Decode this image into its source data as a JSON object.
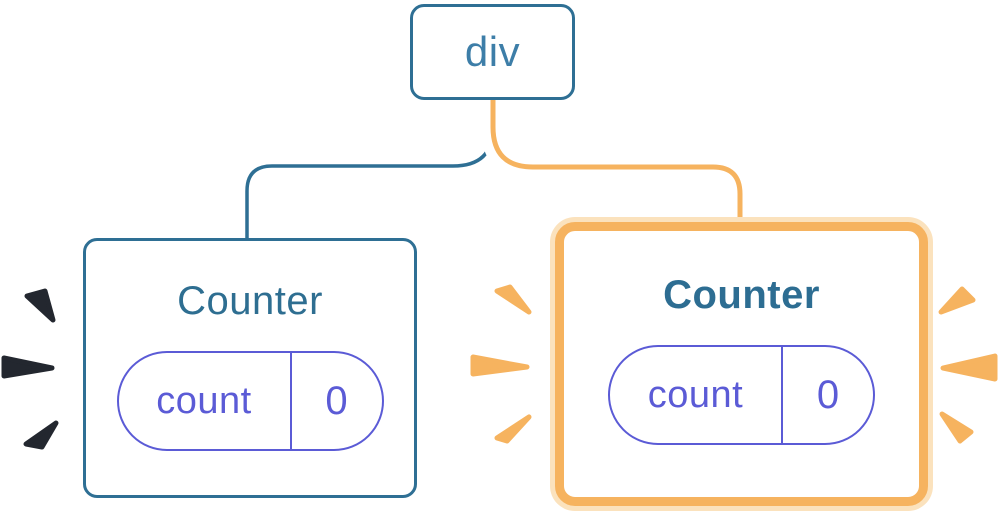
{
  "diagram": {
    "root": {
      "label": "div"
    },
    "left_counter": {
      "title": "Counter",
      "state": {
        "key": "count",
        "value": "0"
      }
    },
    "right_counter": {
      "title": "Counter",
      "state": {
        "key": "count",
        "value": "0"
      }
    }
  },
  "colors": {
    "steel_blue": "#2e6f94",
    "root_text_blue": "#3d7ea8",
    "title_teal": "#2e6e91",
    "title_teal_bold": "#2d6d92",
    "pill_indigo": "#5b5bd6",
    "highlight_orange": "#f6b35f",
    "highlight_orange_pale": "#fbe2bd",
    "spark_navy": "#23272f",
    "wire_casing_white": "#ffffff"
  }
}
